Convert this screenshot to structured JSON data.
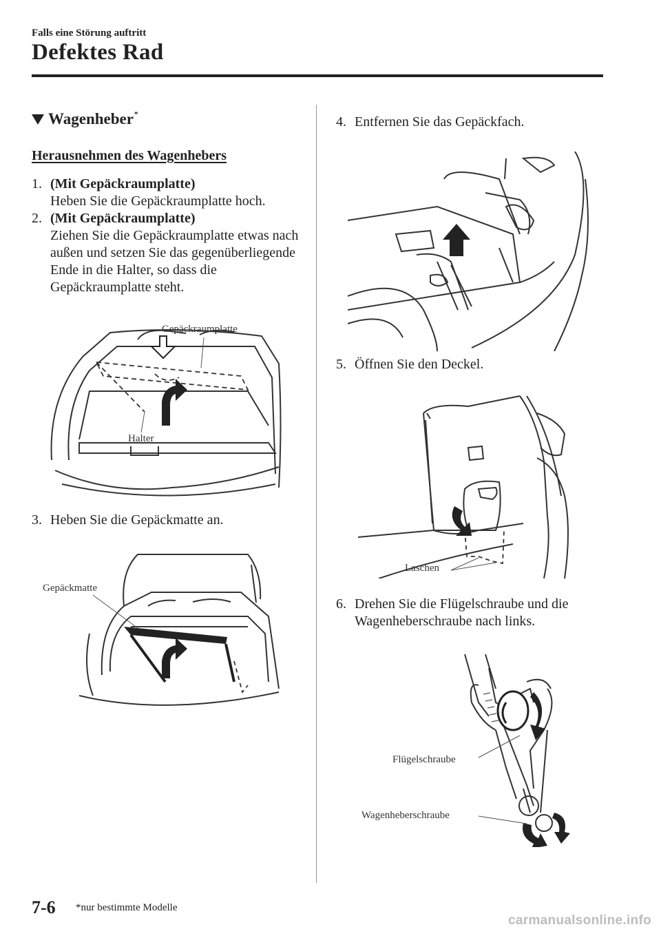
{
  "header": {
    "section_label": "Falls eine Störung auftritt",
    "page_title": "Defektes Rad"
  },
  "section": {
    "heading": "Wagenheber",
    "heading_mark": "*",
    "subheading": "Herausnehmen des Wagenhebers"
  },
  "steps": [
    {
      "num": "1.",
      "bold": "(Mit Gepäckraumplatte)",
      "text": "Heben Sie die Gepäckraumplatte hoch."
    },
    {
      "num": "2.",
      "bold": "(Mit Gepäckraumplatte)",
      "text": "Ziehen Sie die Gepäckraumplatte etwas nach außen und setzen Sie das gegenüberliegende Ende in die Halter, so dass die Gepäckraumplatte steht."
    },
    {
      "num": "3.",
      "text": "Heben Sie die Gepäckmatte an."
    },
    {
      "num": "4.",
      "text": "Entfernen Sie das Gepäckfach."
    },
    {
      "num": "5.",
      "text": "Öffnen Sie den Deckel."
    },
    {
      "num": "6.",
      "text": "Drehen Sie die Flügelschraube und die Wagenheberschraube nach links."
    }
  ],
  "figures": {
    "fig1": {
      "label_top": "Gepäckraumplatte",
      "label_bottom": "Halter"
    },
    "fig2": {
      "label": "Gepäckmatte"
    },
    "fig3": {},
    "fig4": {
      "label": "Laschen"
    },
    "fig5": {
      "label_wing": "Flügelschraube",
      "label_jack": "Wagenheberschraube"
    }
  },
  "footer": {
    "page_number": "7-6",
    "footnote": "*nur bestimmte Modelle"
  },
  "watermark": "carmanualsonline.info"
}
